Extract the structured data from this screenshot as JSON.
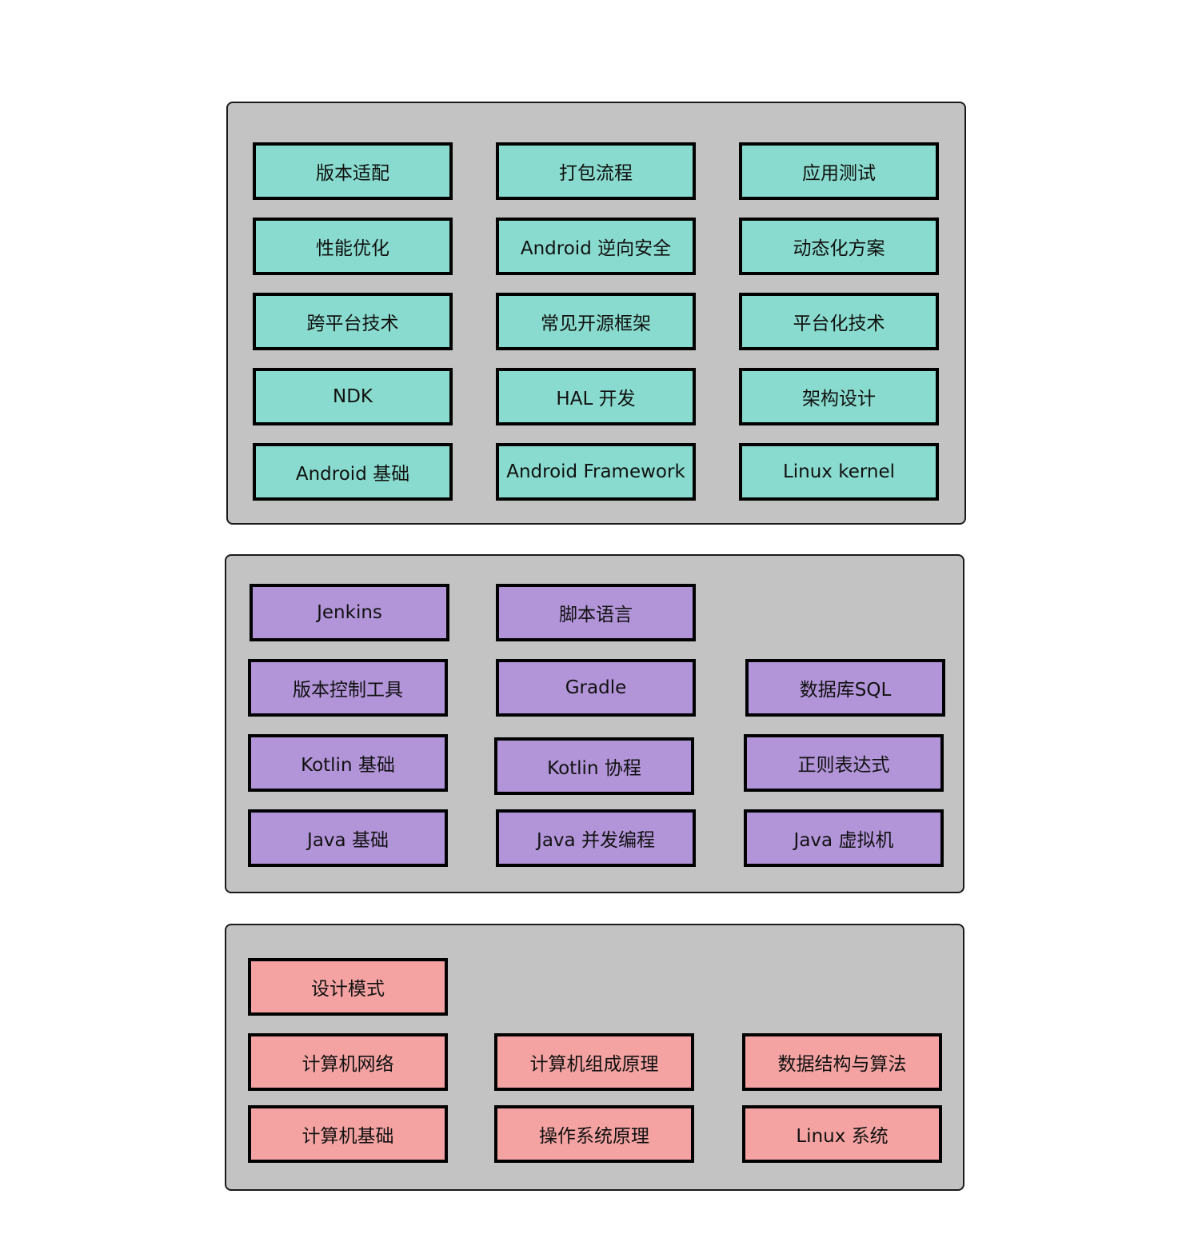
{
  "colors": {
    "page_background": "#ffffff",
    "panel_fill": "#c3c3c3",
    "panel_border": "#1a1a1a",
    "box_border": "#000000",
    "text": "#111111"
  },
  "layers": [
    {
      "fill": "#88dbce",
      "items": [
        "版本适配",
        "打包流程",
        "应用测试",
        "性能优化",
        "Android 逆向安全",
        "动态化方案",
        "跨平台技术",
        "常见开源框架",
        "平台化技术",
        "NDK",
        "HAL 开发",
        "架构设计",
        "Android 基础",
        "Android Framework",
        "Linux kernel"
      ]
    },
    {
      "fill": "#b294d8",
      "items": [
        "Jenkins",
        "脚本语言",
        "版本控制工具",
        "Gradle",
        "数据库SQL",
        "Kotlin 基础",
        "Kotlin 协程",
        "正则表达式",
        "Java 基础",
        "Java 并发编程",
        "Java 虚拟机"
      ]
    },
    {
      "fill": "#f4a3a2",
      "items": [
        "设计模式",
        "计算机网络",
        "计算机组成原理",
        "数据结构与算法",
        "计算机基础",
        "操作系统原理",
        "Linux 系统"
      ]
    }
  ]
}
